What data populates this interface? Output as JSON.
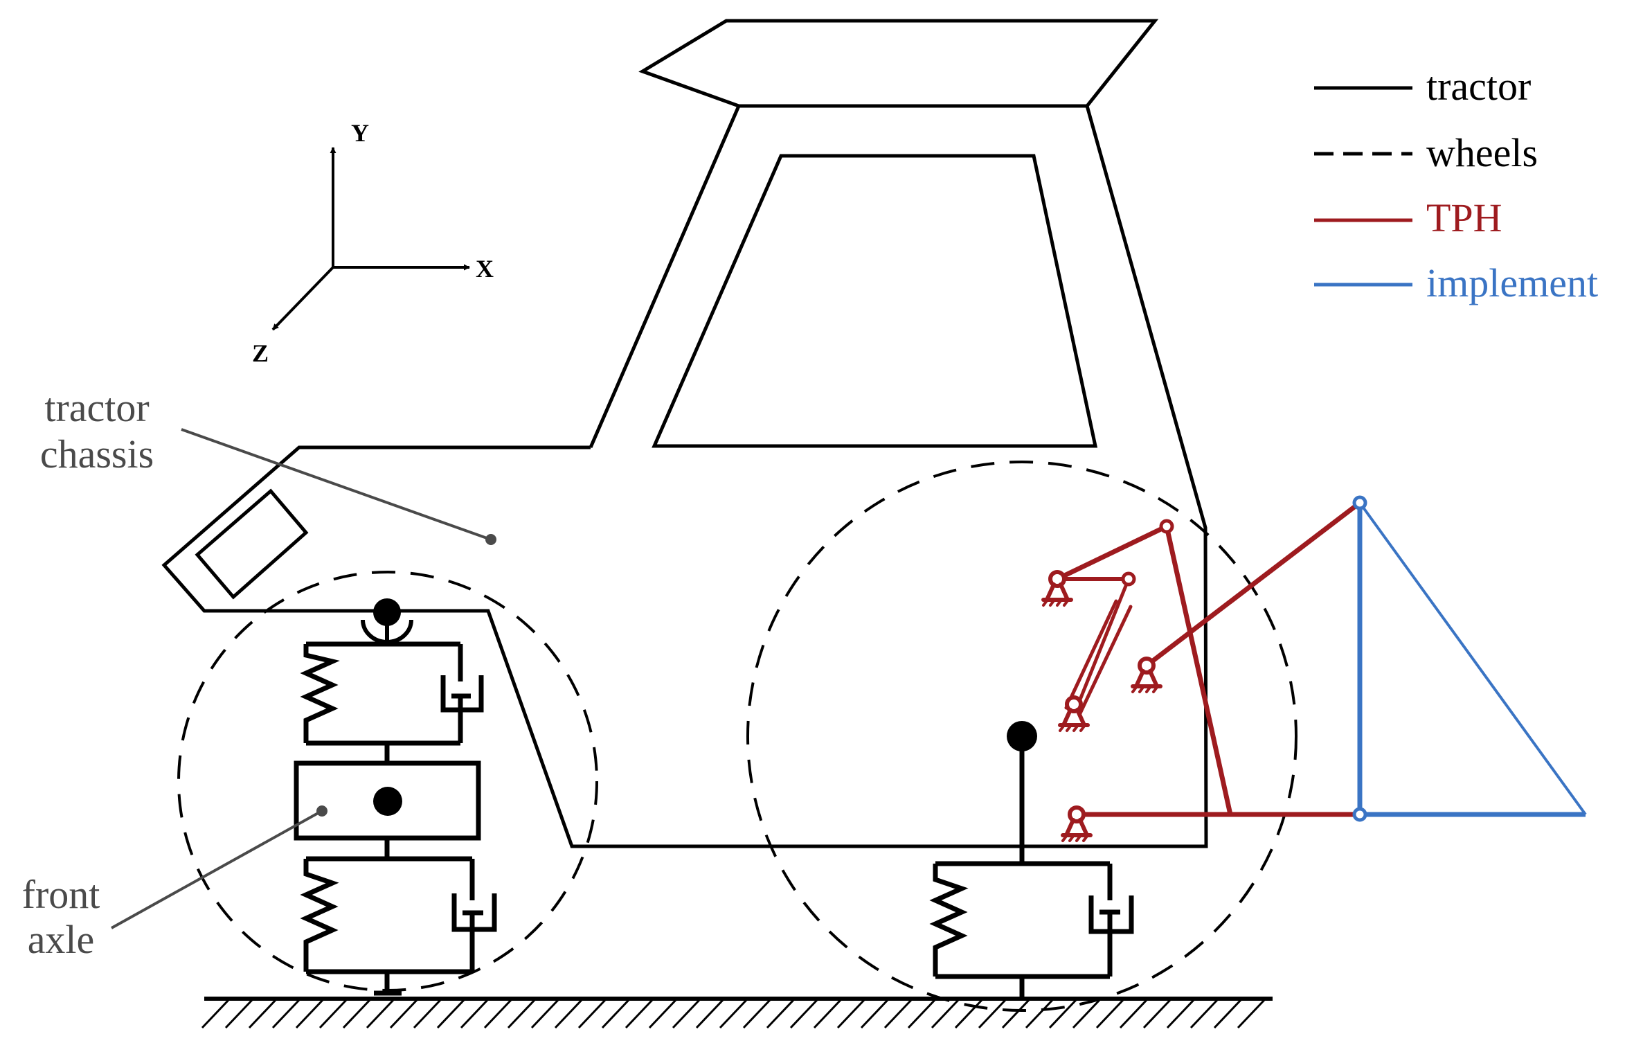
{
  "colors": {
    "tractor": "#000000",
    "tph": "#9e1b1f",
    "implement": "#3a74c4",
    "annotation": "#4a4a4a"
  },
  "axes": {
    "y": "Y",
    "x": "X",
    "z": "Z"
  },
  "legend": {
    "tractor": "tractor",
    "wheels": "wheels",
    "tph": "TPH",
    "implement": "implement"
  },
  "annotations": {
    "chassis_line1": "tractor",
    "chassis_line2": "chassis",
    "axle_line1": "front",
    "axle_line2": "axle"
  }
}
